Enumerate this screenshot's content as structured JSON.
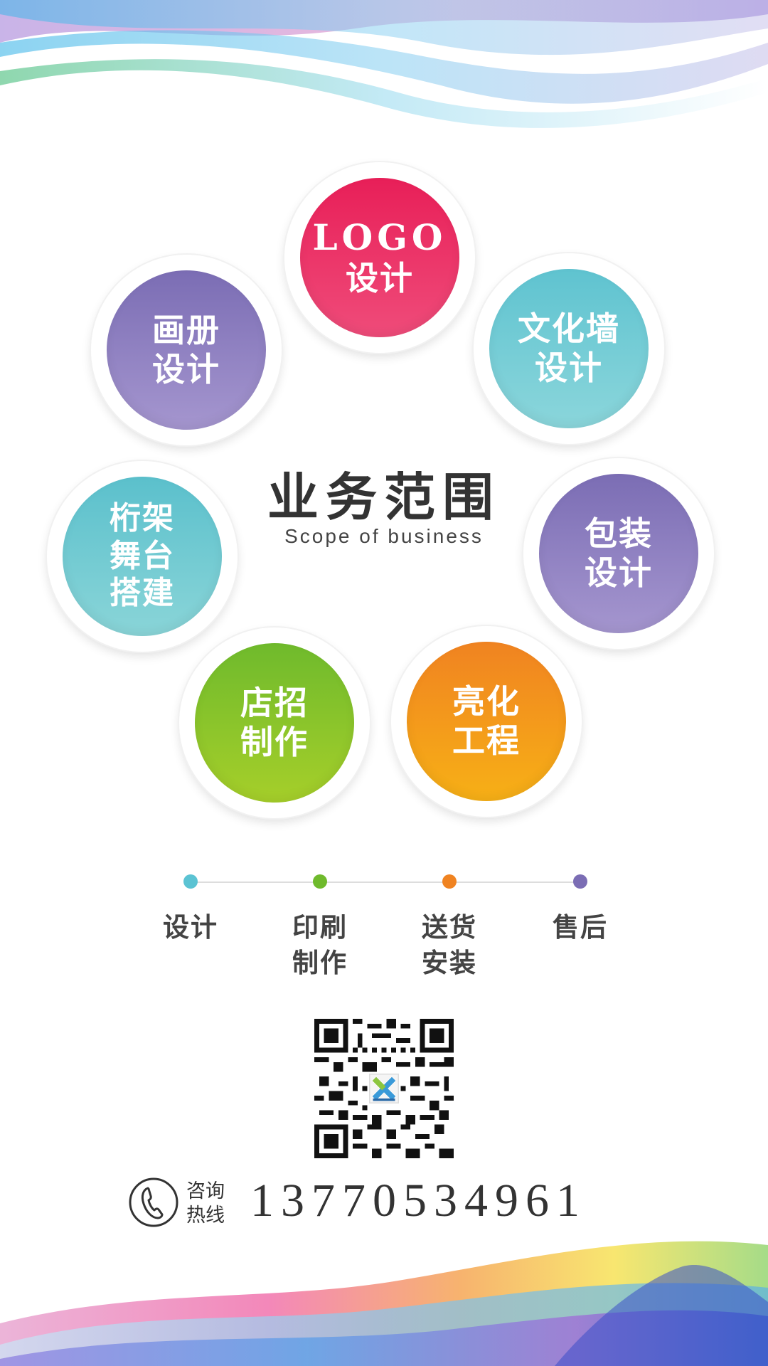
{
  "header": {
    "title_cn": "业务范围",
    "title_en": "Scope of business"
  },
  "services": [
    {
      "lines": [
        "LOGO",
        "设计"
      ],
      "color_top": "#e81f58",
      "color_bottom": "#ef4c7a"
    },
    {
      "lines": [
        "文化墙",
        "设计"
      ],
      "color_top": "#5fc3d0",
      "color_bottom": "#8bd6db"
    },
    {
      "lines": [
        "包装",
        "设计"
      ],
      "color_top": "#7b6db4",
      "color_bottom": "#a596cf"
    },
    {
      "lines": [
        "亮化",
        "工程"
      ],
      "color_top": "#f08321",
      "color_bottom": "#f7b016"
    },
    {
      "lines": [
        "店招",
        "制作"
      ],
      "color_top": "#6fba2c",
      "color_bottom": "#a6cf2a"
    },
    {
      "lines": [
        "桁架",
        "舞台",
        "搭建"
      ],
      "color_top": "#5bc0cc",
      "color_bottom": "#8ad5d8"
    },
    {
      "lines": [
        "画册",
        "设计"
      ],
      "color_top": "#7b6db4",
      "color_bottom": "#a596cf"
    }
  ],
  "steps": [
    {
      "label": "设计",
      "color": "#5bc3d3"
    },
    {
      "label": "印刷\n制作",
      "color": "#6fba2c"
    },
    {
      "label": "送货\n安装",
      "color": "#f08321"
    },
    {
      "label": "售后",
      "color": "#7b6db4"
    }
  ],
  "contact": {
    "label_line1": "咨询",
    "label_line2": "热线",
    "phone": "13770534961"
  }
}
